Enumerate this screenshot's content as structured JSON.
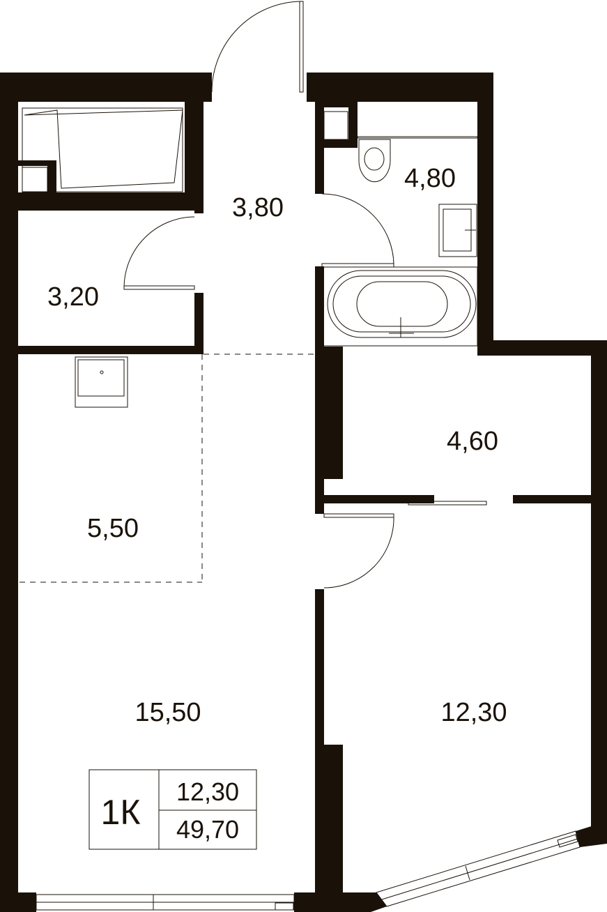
{
  "rooms": [
    {
      "id": "hallway",
      "area": "3,80"
    },
    {
      "id": "bathroom",
      "area": "4,80"
    },
    {
      "id": "storage",
      "area": "3,20"
    },
    {
      "id": "loggia",
      "area": "4,60"
    },
    {
      "id": "kitchen",
      "area": "5,50"
    },
    {
      "id": "living",
      "area": "15,50"
    },
    {
      "id": "bedroom",
      "area": "12,30"
    }
  ],
  "info_box": {
    "type": "1К",
    "living_area": "12,30",
    "total_area": "49,70"
  },
  "colors": {
    "wall": "#1a1208",
    "background": "#ffffff"
  }
}
